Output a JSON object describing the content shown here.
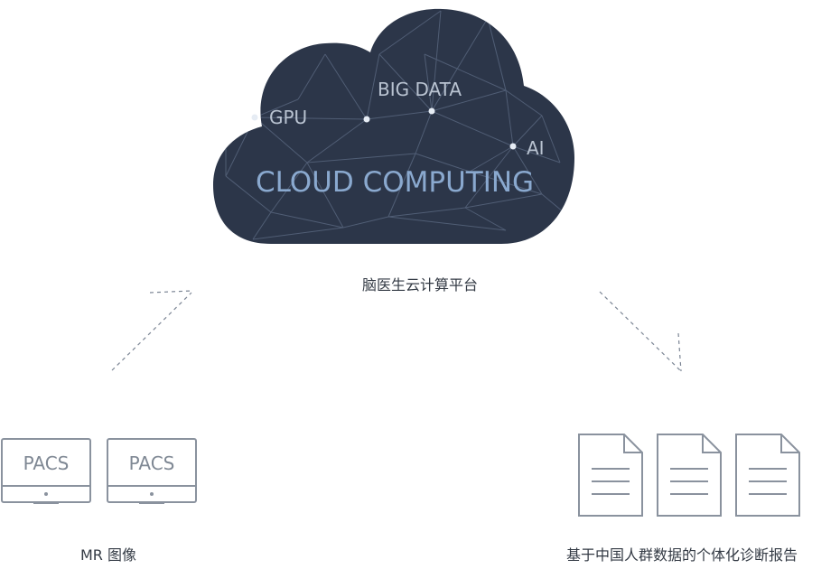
{
  "cloud": {
    "title": "CLOUD COMPUTING",
    "tags": [
      "GPU",
      "BIG DATA",
      "AI"
    ],
    "fill_color": "#2c3649",
    "title_color": "#8aa9cf",
    "tag_color": "#b9c3d1"
  },
  "platform_label": "脑医生云计算平台",
  "monitors": [
    {
      "text": "PACS"
    },
    {
      "text": "PACS"
    }
  ],
  "mr_label": "MR 图像",
  "report_label": "基于中国人群数据的个体化诊断报告",
  "document_count": 3,
  "line_color": "#7b8594"
}
